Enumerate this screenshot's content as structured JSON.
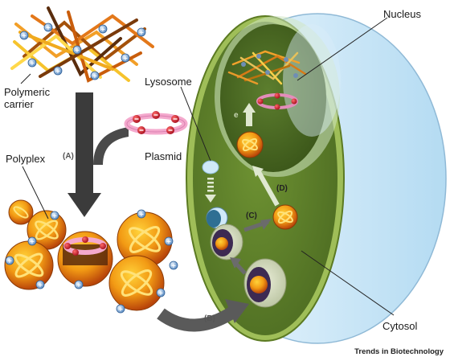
{
  "labels": {
    "polymeric_carrier": "Polymeric carrier",
    "plasmid": "Plasmid",
    "polyplex": "Polyplex",
    "lysosome": "Lysosome",
    "nucleus": "Nucleus",
    "cytosol": "Cytosol"
  },
  "steps": {
    "a": "(A)",
    "b": "(B)",
    "c": "(C)",
    "d": "(D)",
    "e": "e"
  },
  "credit": "Trends in Biotechnology",
  "colors": {
    "cell_green": "#7a9a3a",
    "cytosol_fill": "#5d7d2a",
    "nucleus_fill": "#4a6a24",
    "membrane_blue": "#bfe0f3",
    "polyplex_orange": "#e27912",
    "plasmid_pink": "#f2a3c8",
    "charge_blue": "#6a9fd4",
    "charge_red": "#c8102e",
    "arrow_dark": "#3b3b3b",
    "arrow_grey": "#8a8a8a"
  },
  "icons": {
    "positive_charge": "plus-charge-icon",
    "negative_charge": "minus-charge-icon"
  }
}
